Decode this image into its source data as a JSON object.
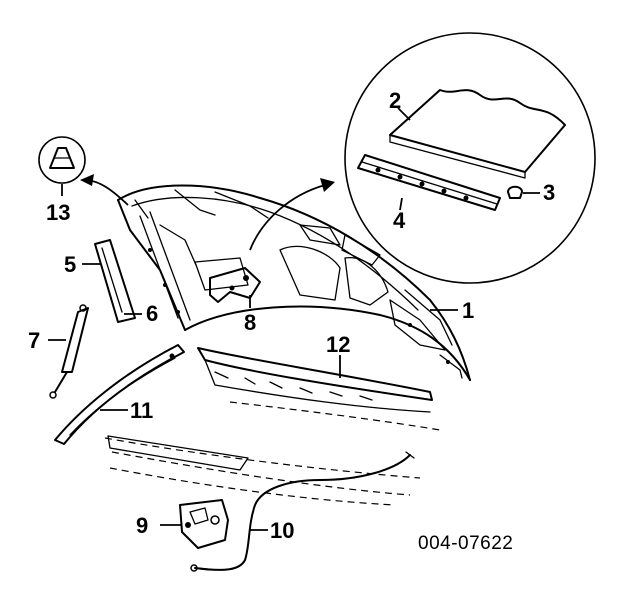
{
  "diagram": {
    "callouts": {
      "c1": "1",
      "c2": "2",
      "c3": "3",
      "c4": "4",
      "c5": "5",
      "c6": "6",
      "c7": "7",
      "c8": "8",
      "c9": "9",
      "c10": "10",
      "c11": "11",
      "c12": "12",
      "c13": "13"
    },
    "figure_id": "004-07622"
  }
}
